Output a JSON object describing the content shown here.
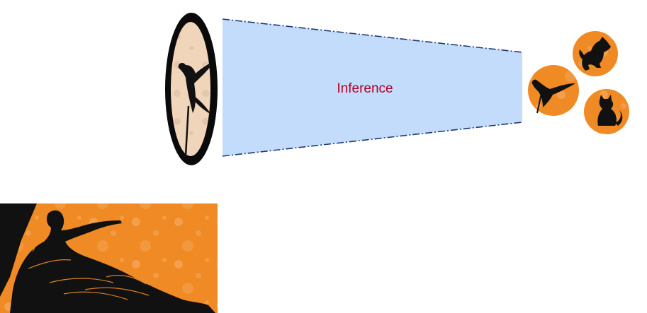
{
  "diagram": {
    "inference_label": "Inference",
    "colors": {
      "beam_fill": "#c3dcfb",
      "beam_edge": "#1f3a73",
      "label": "#b40026",
      "lens_rim": "#0a0a0a",
      "lens_inner": "#f1d5bb",
      "orange": "#f08a24",
      "silhouette": "#111111"
    },
    "icons": {
      "lens": "oval-lens-with-bird-silhouette",
      "candidates": [
        "bird-silhouette",
        "dog-silhouette",
        "cat-silhouette"
      ],
      "scene": "reclining-greek-figure-pointing"
    }
  }
}
